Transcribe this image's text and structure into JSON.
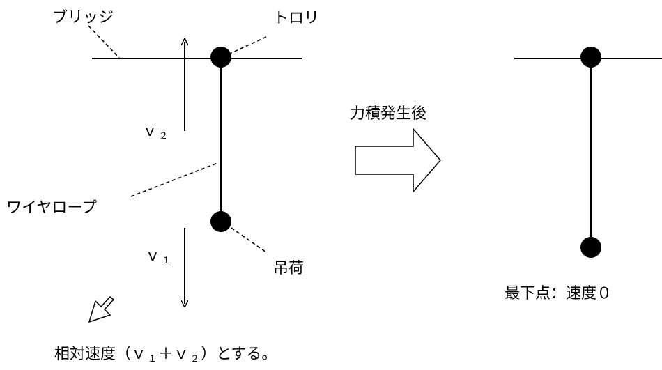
{
  "labels": {
    "bridge": "ブリッジ",
    "trolley": "トロリ",
    "v2_main": "ｖ",
    "v2_sub": "２",
    "wire_rope": "ワイヤロープ",
    "v1_main": "ｖ",
    "v1_sub": "１",
    "load": "吊荷",
    "after_impulse": "力積発生後",
    "lowest_point": "最下点：速度０",
    "relative_prefix": "相対速度（ｖ",
    "relative_sub1": "１",
    "relative_mid": "＋ｖ",
    "relative_sub2": "２",
    "relative_suffix": "）とする。"
  },
  "colors": {
    "ink": "#000000",
    "background": "#ffffff"
  },
  "icons": {
    "transition_arrow": "hollow-right-arrow",
    "direction_arrow": "hollow-down-left-arrow"
  }
}
